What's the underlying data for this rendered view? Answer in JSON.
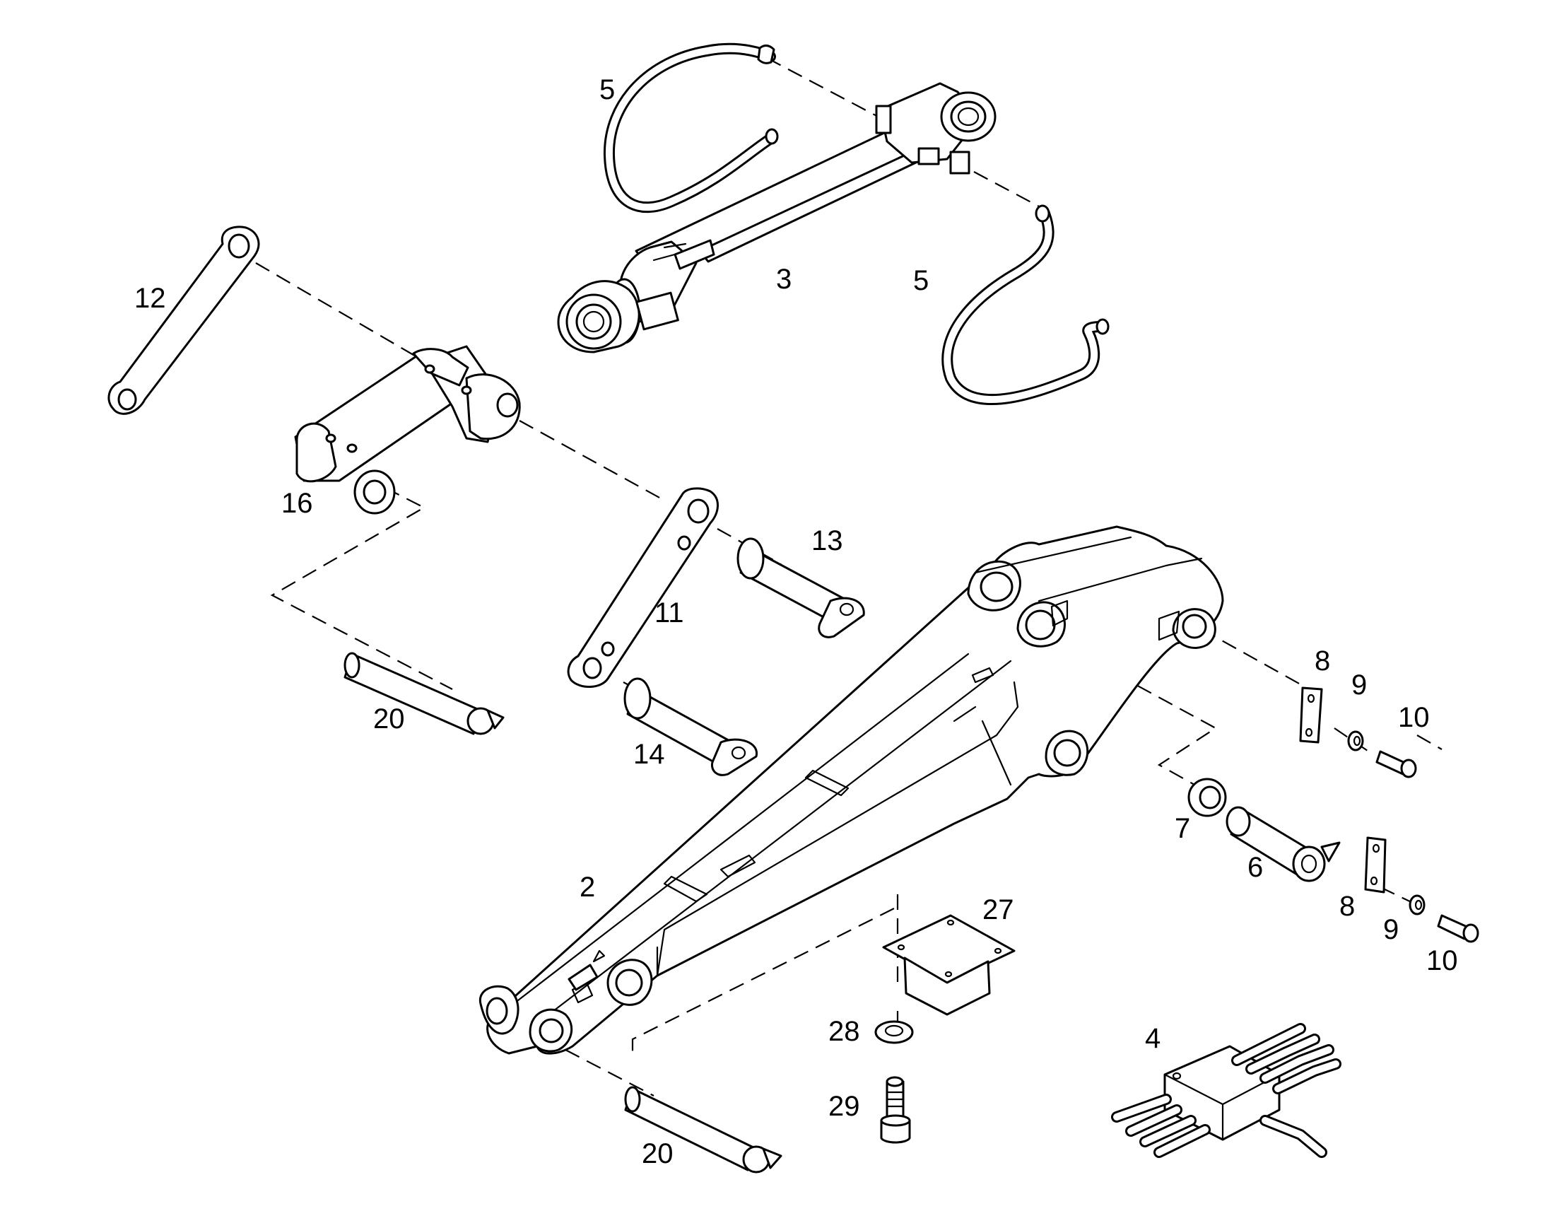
{
  "callouts": [
    {
      "id": "c5a",
      "text": "5"
    },
    {
      "id": "c3",
      "text": "3"
    },
    {
      "id": "c5b",
      "text": "5"
    },
    {
      "id": "c12",
      "text": "12"
    },
    {
      "id": "c16",
      "text": "16"
    },
    {
      "id": "c13",
      "text": "13"
    },
    {
      "id": "c11",
      "text": "11"
    },
    {
      "id": "c20a",
      "text": "20"
    },
    {
      "id": "c14",
      "text": "14"
    },
    {
      "id": "c8a",
      "text": "8"
    },
    {
      "id": "c9a",
      "text": "9"
    },
    {
      "id": "c10a",
      "text": "10"
    },
    {
      "id": "c7",
      "text": "7"
    },
    {
      "id": "c6",
      "text": "6"
    },
    {
      "id": "c2",
      "text": "2"
    },
    {
      "id": "c27",
      "text": "27"
    },
    {
      "id": "c8b",
      "text": "8"
    },
    {
      "id": "c9b",
      "text": "9"
    },
    {
      "id": "c10b",
      "text": "10"
    },
    {
      "id": "c28",
      "text": "28"
    },
    {
      "id": "c4",
      "text": "4"
    },
    {
      "id": "c29",
      "text": "29"
    },
    {
      "id": "c20b",
      "text": "20"
    }
  ]
}
